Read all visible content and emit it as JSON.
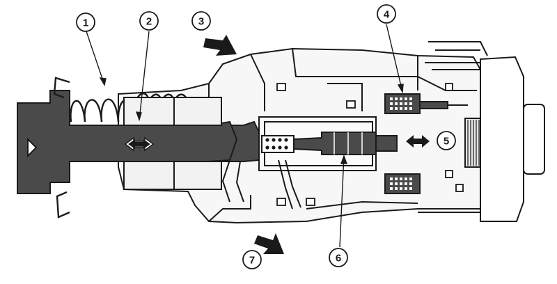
{
  "callouts": {
    "c1": "1",
    "c2": "2",
    "c3": "3",
    "c4": "4",
    "c5": "5",
    "c6": "6",
    "c7": "7"
  },
  "colors": {
    "ink": "#1a1a1a",
    "shaded": "#4a4a4a",
    "light_fill": "#f2f2f2",
    "paper": "#ffffff"
  },
  "icons": {
    "flow_in": "flow-in-arrow-icon",
    "flow_out": "flow-out-arrow-icon",
    "plunger_motion": "double-arrow-icon",
    "valve_motion": "double-arrow-icon"
  }
}
